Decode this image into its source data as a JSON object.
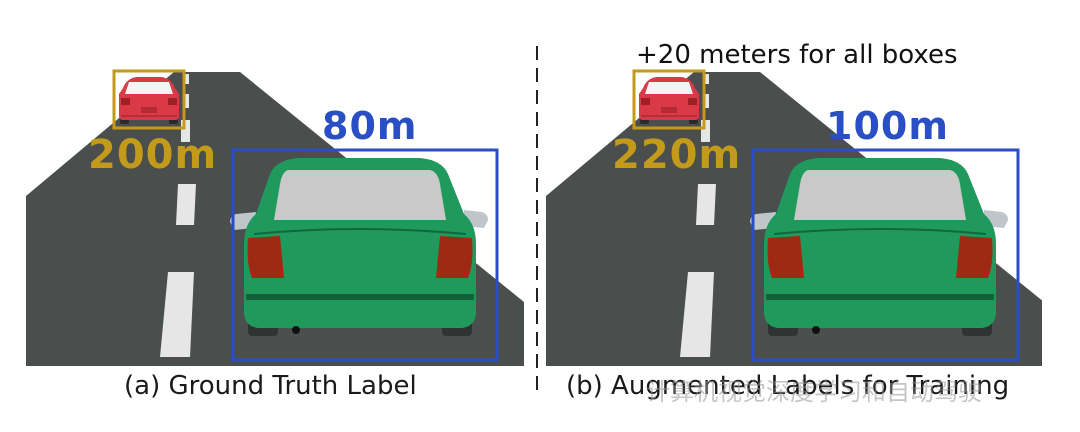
{
  "colors": {
    "road": "#4a4f4d",
    "lane_marking": "#e6e6e6",
    "near_box": "#2a4fc4",
    "far_box": "#c49a1a",
    "near_label": "#2a4fc4",
    "far_label": "#c49a1a",
    "near_car_body": "#1f9a5c",
    "far_car_body": "#d93a45"
  },
  "panel_a": {
    "near_distance": "80m",
    "far_distance": "200m",
    "caption": "(a) Ground Truth Label"
  },
  "panel_b": {
    "note": "+20 meters for all boxes",
    "near_distance": "100m",
    "far_distance": "220m",
    "caption": "(b) Augmented Labels for Training"
  },
  "watermark": "计算机视觉深度学习和自动驾驶"
}
